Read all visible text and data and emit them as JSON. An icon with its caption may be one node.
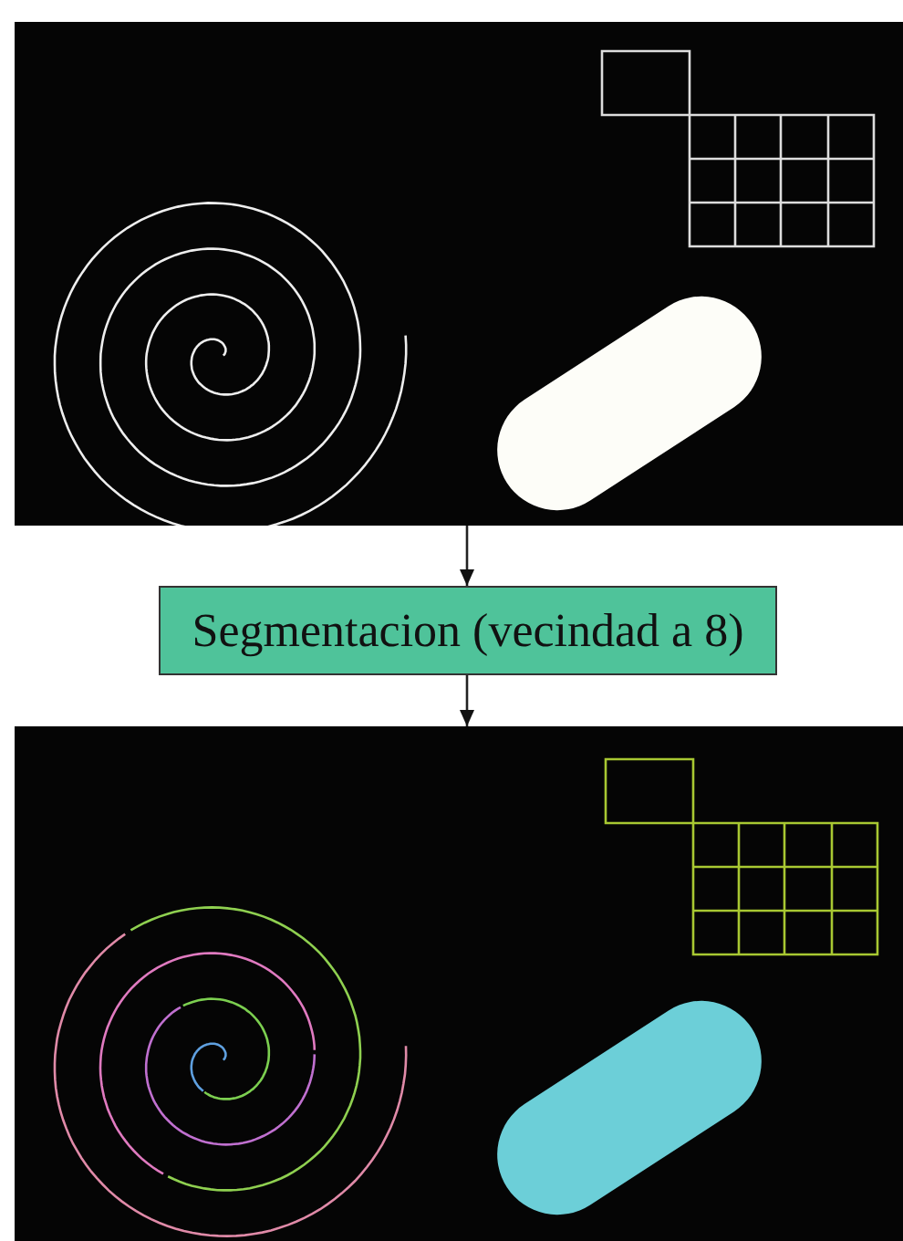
{
  "diagram": {
    "nodes": [
      {
        "text": [],
        "shape": "picture"
      },
      {
        "text": [
          "Segmentacion (vecindad a 8)"
        ]
      },
      {
        "text": [],
        "shape": "picture"
      }
    ],
    "edges": [
      {
        "from": 0,
        "to": 1,
        "arrow": "to"
      },
      {
        "from": 1,
        "to": 2,
        "arrow": "to"
      }
    ]
  }
}
